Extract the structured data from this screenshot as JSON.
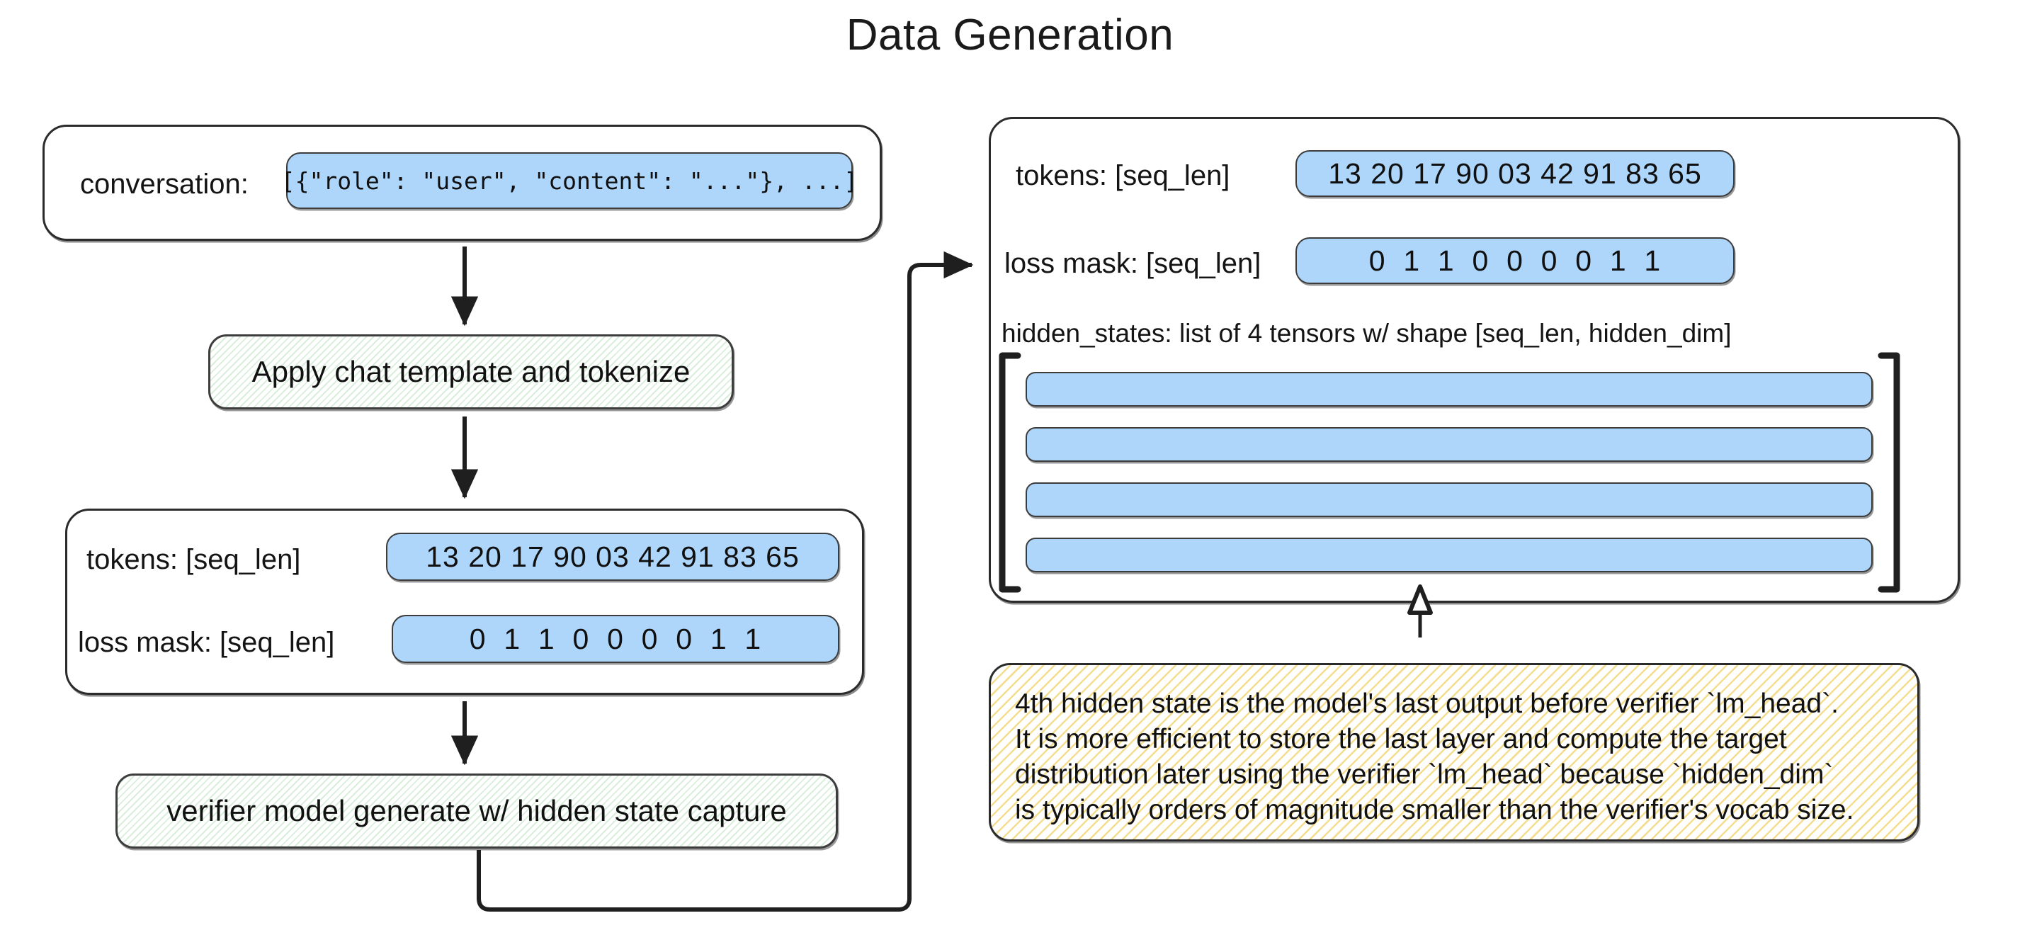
{
  "title": "Data Generation",
  "left_panel": {
    "conversation": {
      "label": "conversation:",
      "value": "[{\"role\": \"user\", \"content\": \"...\"}, ...]"
    },
    "step1": {
      "label": "Apply chat template and tokenize"
    },
    "tokens_box": {
      "tokens_label": "tokens: [seq_len]",
      "tokens_value": "13 20 17 90 03 42 91 83 65",
      "loss_mask_label": "loss mask: [seq_len]",
      "loss_mask_value": "0  1  1  0  0  0  0  1  1"
    },
    "step2": {
      "label": "verifier model generate w/ hidden state capture"
    }
  },
  "right_panel": {
    "tokens_label": "tokens: [seq_len]",
    "tokens_value": "13 20 17 90 03 42 91 83 65",
    "loss_mask_label": "loss mask: [seq_len]",
    "loss_mask_value": "0  1  1  0  0  0  0  1  1",
    "hidden_states_label": "hidden_states: list of 4 tensors w/ shape [seq_len, hidden_dim]",
    "tensor_count": 4
  },
  "note": {
    "lines": [
      "4th hidden state is the model's last output before verifier `lm_head`.",
      "It is more efficient to store the last layer and compute the target",
      "distribution later using the verifier `lm_head` because `hidden_dim`",
      "is typically orders of magnitude smaller than the verifier's vocab size."
    ]
  },
  "chart_data": {
    "type": "diagram",
    "title": "Data Generation",
    "nodes": [
      {
        "id": "conversation",
        "kind": "data-box",
        "label": "conversation:",
        "value": "[{\"role\": \"user\", \"content\": \"...\"}, ...]"
      },
      {
        "id": "apply-chat-template",
        "kind": "process",
        "label": "Apply chat template and tokenize"
      },
      {
        "id": "tokens-lossmask",
        "kind": "data-box",
        "tokens": "13 20 17 90 03 42 91 83 65",
        "loss_mask": "0 1 1 0 0 0 0 1 1"
      },
      {
        "id": "verifier-generate",
        "kind": "process",
        "label": "verifier model generate w/ hidden state capture"
      },
      {
        "id": "output-record",
        "kind": "data-box",
        "tokens": "13 20 17 90 03 42 91 83 65",
        "loss_mask": "0 1 1 0 0 0 0 1 1",
        "hidden_states": "list of 4 tensors w/ shape [seq_len, hidden_dim]"
      },
      {
        "id": "note",
        "kind": "annotation"
      }
    ],
    "edges": [
      {
        "from": "conversation",
        "to": "apply-chat-template",
        "style": "solid-filled-arrow"
      },
      {
        "from": "apply-chat-template",
        "to": "tokens-lossmask",
        "style": "solid-filled-arrow"
      },
      {
        "from": "tokens-lossmask",
        "to": "verifier-generate",
        "style": "solid-filled-arrow"
      },
      {
        "from": "verifier-generate",
        "to": "output-record",
        "style": "elbow-filled-arrow"
      },
      {
        "from": "note",
        "to": "output-record",
        "style": "open-arrow"
      }
    ]
  },
  "colors": {
    "pill_blue": "#aed6fb",
    "hatch_green": "#d9efdc",
    "hatch_yellow": "#f5dd8f",
    "stroke": "#2b2b2b",
    "background": "#ffffff"
  }
}
